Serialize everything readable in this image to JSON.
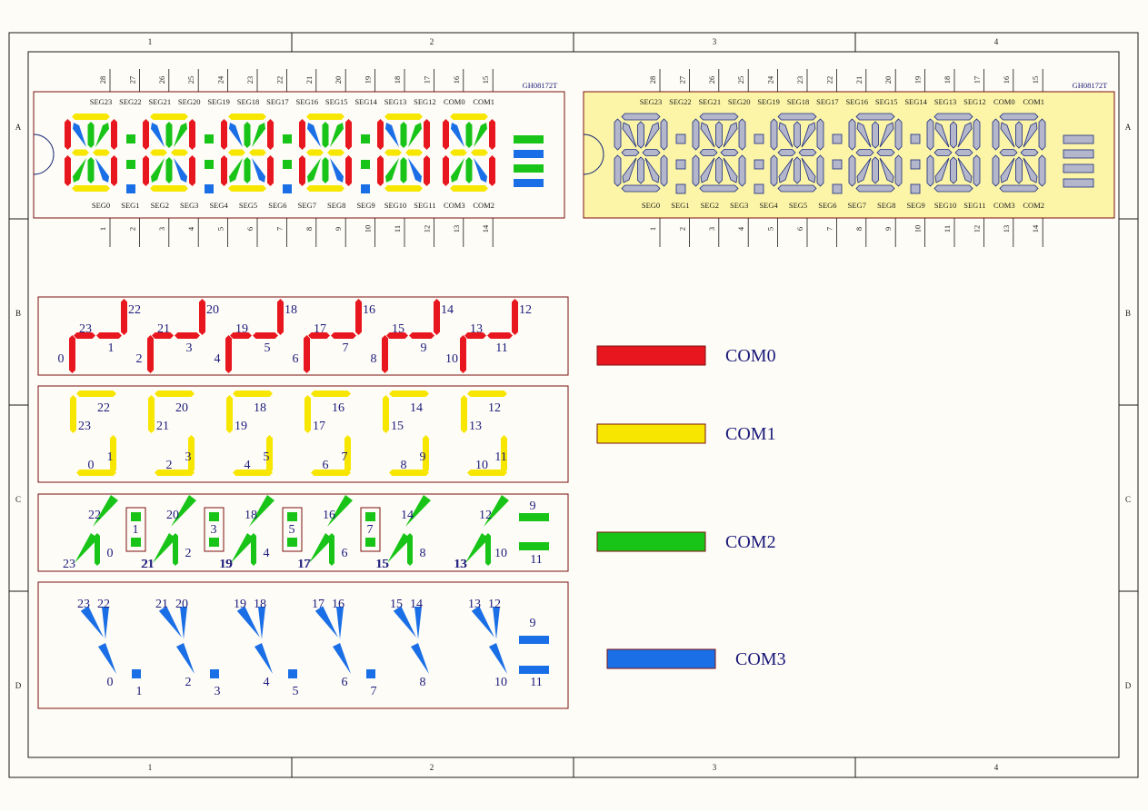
{
  "frame": {
    "cols": [
      "1",
      "2",
      "3",
      "4"
    ],
    "rows": [
      "A",
      "B",
      "C",
      "D"
    ]
  },
  "part_name": "GH08172T",
  "top_pins": [
    "28",
    "27",
    "26",
    "25",
    "24",
    "23",
    "22",
    "21",
    "20",
    "19",
    "18",
    "17",
    "16",
    "15"
  ],
  "bottom_pins": [
    "1",
    "2",
    "3",
    "4",
    "5",
    "6",
    "7",
    "8",
    "9",
    "10",
    "11",
    "12",
    "13",
    "14"
  ],
  "top_labels": [
    "SEG23",
    "SEG22",
    "SEG21",
    "SEG20",
    "SEG19",
    "SEG18",
    "SEG17",
    "SEG16",
    "SEG15",
    "SEG14",
    "SEG13",
    "SEG12",
    "COM0",
    "COM1"
  ],
  "bottom_labels": [
    "SEG0",
    "SEG1",
    "SEG2",
    "SEG3",
    "SEG4",
    "SEG5",
    "SEG6",
    "SEG7",
    "SEG8",
    "SEG9",
    "SEG10",
    "SEG11",
    "COM3",
    "COM2"
  ],
  "legend": [
    {
      "label": "COM0",
      "color": "#e8161e"
    },
    {
      "label": "COM1",
      "color": "#f7e600"
    },
    {
      "label": "COM2",
      "color": "#18c418"
    },
    {
      "label": "COM3",
      "color": "#1a6fe6"
    }
  ],
  "colors": {
    "frame": "#1a1a1a",
    "box": "#7a1010",
    "text": "#1a1a7a",
    "lcd_fill": "#fcf5a8",
    "seg_grey": "#b4b7cc",
    "seg_outline": "#1a2a7a"
  },
  "com0": {
    "digits": [
      {
        "top": "22",
        "upper": "23",
        "middle": "1",
        "lower": "0"
      },
      {
        "top": "20",
        "upper": "21",
        "middle": "3",
        "lower": "2"
      },
      {
        "top": "18",
        "upper": "19",
        "middle": "5",
        "lower": "4"
      },
      {
        "top": "16",
        "upper": "17",
        "middle": "7",
        "lower": "6"
      },
      {
        "top": "14",
        "upper": "15",
        "middle": "9",
        "lower": "8"
      },
      {
        "top": "12",
        "upper": "13",
        "middle": "11",
        "lower": "10"
      }
    ]
  },
  "com1": {
    "digits": [
      {
        "a": "22",
        "b": "23",
        "c": "1",
        "d": "0"
      },
      {
        "a": "20",
        "b": "21",
        "c": "3",
        "d": "2"
      },
      {
        "a": "18",
        "b": "19",
        "c": "5",
        "d": "4"
      },
      {
        "a": "16",
        "b": "17",
        "c": "7",
        "d": "6"
      },
      {
        "a": "14",
        "b": "15",
        "c": "9",
        "d": "8"
      },
      {
        "a": "12",
        "b": "13",
        "c": "11",
        "d": "10"
      }
    ]
  },
  "com2": {
    "digits": [
      {
        "a": "22",
        "b": "23",
        "c": "0",
        "d": "21"
      },
      {
        "a": "20",
        "b": "21",
        "c": "2",
        "d": "19"
      },
      {
        "a": "18",
        "b": "19",
        "c": "4",
        "d": "17"
      },
      {
        "a": "16",
        "b": "17",
        "c": "6",
        "d": "15"
      },
      {
        "a": "14",
        "b": "15",
        "c": "8",
        "d": "13"
      },
      {
        "a": "12",
        "b": "13",
        "c": "10",
        "d": ""
      }
    ],
    "colons": [
      "1",
      "3",
      "5",
      "7"
    ],
    "bars": [
      "9",
      "11"
    ]
  },
  "com3": {
    "digits": [
      {
        "a": "23",
        "b": "22",
        "c": "0",
        "dot": "1"
      },
      {
        "a": "21",
        "b": "20",
        "c": "2",
        "dot": "3"
      },
      {
        "a": "19",
        "b": "18",
        "c": "4",
        "dot": "5"
      },
      {
        "a": "17",
        "b": "16",
        "c": "6",
        "dot": "7"
      },
      {
        "a": "15",
        "b": "14",
        "c": "8",
        "dot": ""
      },
      {
        "a": "13",
        "b": "12",
        "c": "10",
        "dot": ""
      }
    ],
    "bars": [
      "9",
      "11"
    ]
  }
}
